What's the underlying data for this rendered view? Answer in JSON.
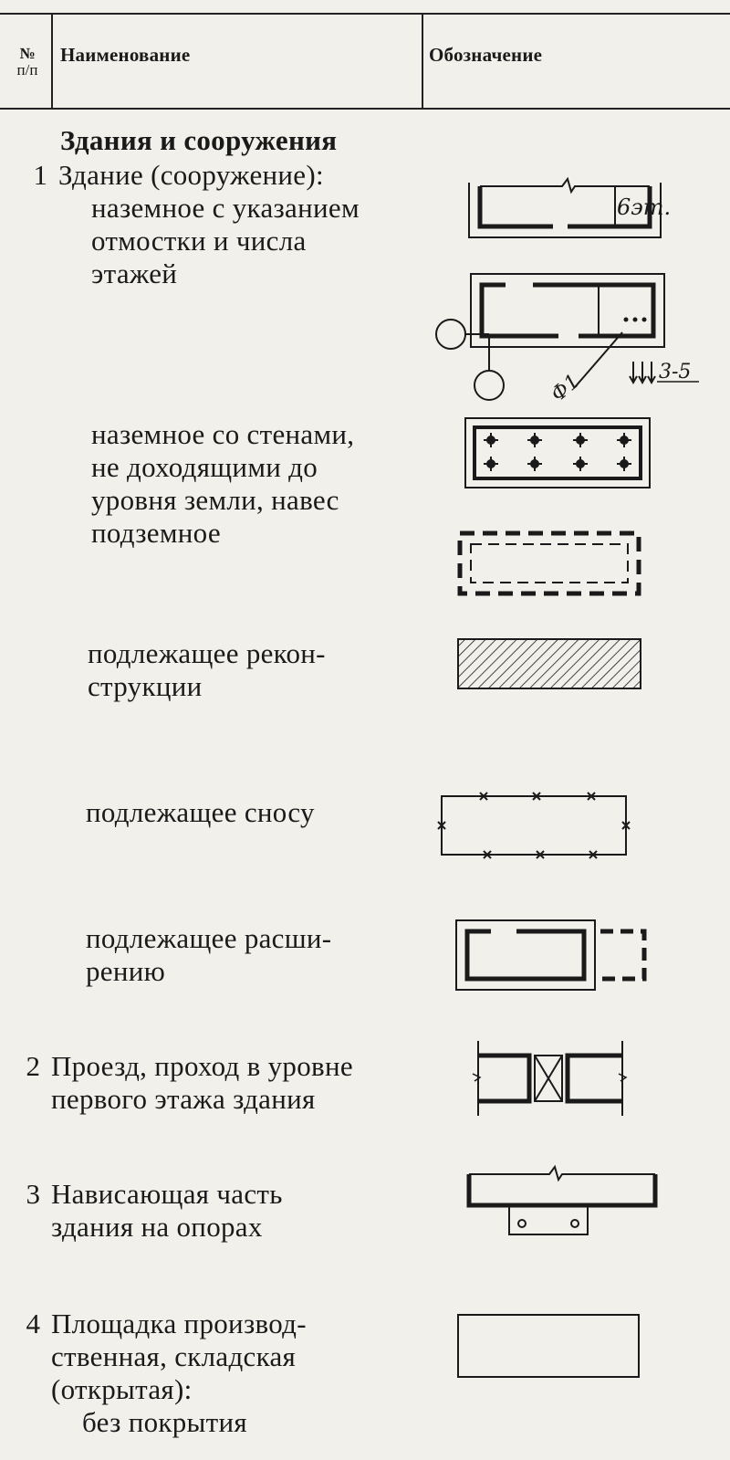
{
  "header": {
    "col_num": "№",
    "col_num_sub": "п/п",
    "col_name": "Наименование",
    "col_symbol": "Обозначение"
  },
  "section_title": "Здания и сооружения",
  "items": [
    {
      "num": "1",
      "title": "Здание (сооружение):",
      "sub": [
        {
          "lines": [
            "наземное с указанием",
            "отмостки и числа",
            "этажей"
          ],
          "symbol": "building-ground-icon",
          "symbol_text": "6эт."
        },
        {
          "lines": [],
          "symbol": "building-plan-icon",
          "symbol_text": "Ф1",
          "symbol_text_2": "3-5"
        },
        {
          "lines": [
            "наземное со стенами,",
            "не доходящими до",
            "уровня земли, навес"
          ],
          "symbol": "canopy-icon"
        },
        {
          "lines": [
            "подземное"
          ],
          "symbol": "underground-icon"
        },
        {
          "lines": [
            "подлежащее рекон-",
            "струкции"
          ],
          "symbol": "reconstruction-icon"
        },
        {
          "lines": [
            "подлежащее сносу"
          ],
          "symbol": "demolition-icon"
        },
        {
          "lines": [
            "подлежащее расши-",
            "рению"
          ],
          "symbol": "expansion-icon"
        }
      ]
    },
    {
      "num": "2",
      "lines": [
        "Проезд, проход в уровне",
        "первого этажа здания"
      ],
      "symbol": "passage-icon"
    },
    {
      "num": "3",
      "lines": [
        "Нависающая часть",
        "здания на опорах"
      ],
      "symbol": "overhang-icon"
    },
    {
      "num": "4",
      "lines": [
        "Площадка производ-",
        "ственная, складская",
        "(открытая):",
        "без покрытия"
      ],
      "symbol": "open-area-icon"
    }
  ]
}
